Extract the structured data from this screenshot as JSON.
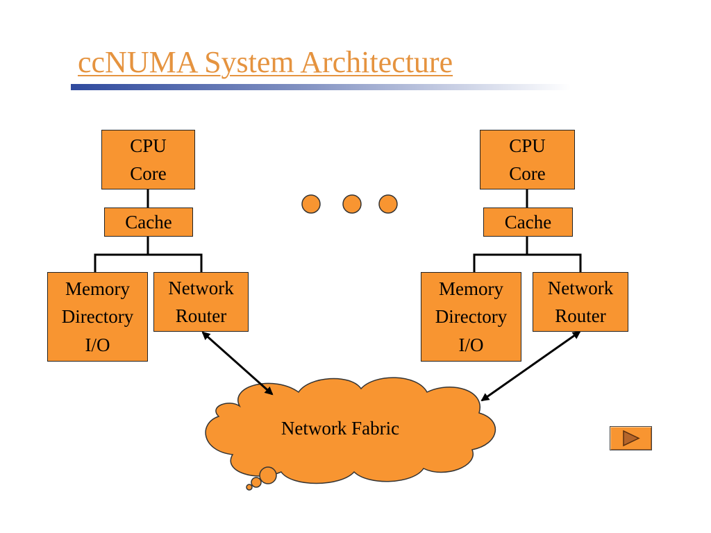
{
  "slide": {
    "title": "ccNUMA System Architecture"
  },
  "nodes": [
    {
      "cpu_label": "CPU\nCore",
      "cache_label": "Cache",
      "memory_label": "Memory\nDirectory\nI/O",
      "router_label": "Network\nRouter"
    },
    {
      "cpu_label": "CPU\nCore",
      "cache_label": "Cache",
      "memory_label": "Memory\nDirectory\nI/O",
      "router_label": "Network\nRouter"
    }
  ],
  "fabric": {
    "label": "Network Fabric"
  },
  "colors": {
    "box_fill": "#f89531",
    "title": "#e5933f",
    "title_bar": "#2f4a9e"
  },
  "icons": {
    "ellipsis": "ellipsis-dots",
    "next": "play-triangle-icon"
  }
}
